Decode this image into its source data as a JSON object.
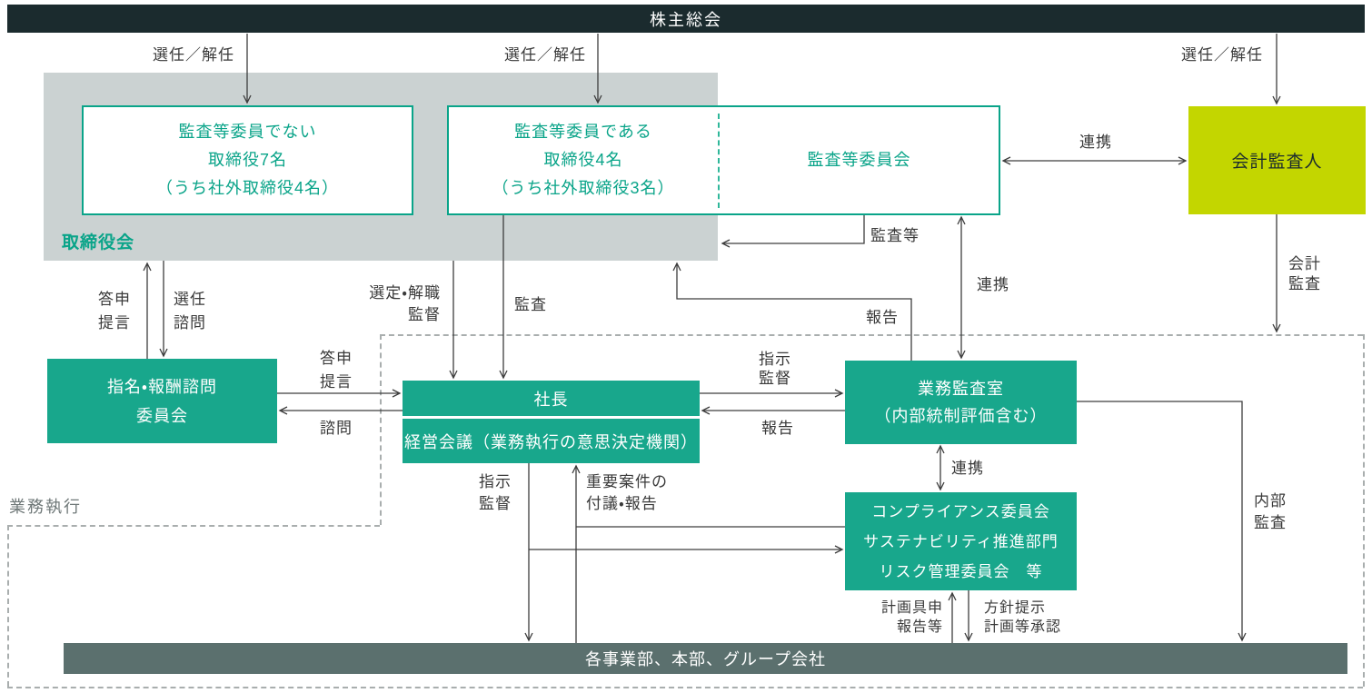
{
  "colors": {
    "accent_teal": "#18a78c",
    "teal_border_text": "#0aa489",
    "dark_bar": "#1b2b2e",
    "gray_panel": "#cbd2d2",
    "yellow_green": "#c3d600",
    "slate_bar": "#5b706e",
    "arrow": "#3d3d3d"
  },
  "shareholders_bar": {
    "label": "株主総会"
  },
  "board": {
    "label": "取締役会",
    "non_audit_directors": {
      "line1": "監査等委員でない",
      "line2": "取締役7名",
      "line3": "（うち社外取締役4名）"
    },
    "audit_directors": {
      "line1": "監査等委員である",
      "line2": "取締役4名",
      "line3": "（うち社外取締役3名）"
    },
    "audit_committee": {
      "label": "監査等委員会"
    }
  },
  "accounting_auditor": {
    "label": "会計監査人"
  },
  "nomination_committee": {
    "line1": "指名・報酬諮問",
    "line2": "委員会"
  },
  "president": {
    "label": "社長"
  },
  "management_meeting": {
    "label": "経営会議（業務執行の意思決定機関）"
  },
  "audit_office": {
    "line1": "業務監査室",
    "line2": "（内部統制評価含む）"
  },
  "committees": {
    "line1": "コンプライアンス委員会",
    "line2": "サステナビリティ推進部門",
    "line3": "リスク管理委員会　等"
  },
  "divisions_bar": {
    "label": "各事業部、本部、グループ会社"
  },
  "execution_area": {
    "label": "業務執行"
  },
  "arrow_labels": {
    "appoint_dismiss": "選任／解任",
    "cooperation": "連携",
    "audit_etc": "監査等",
    "accounting_audit_1": "会計",
    "accounting_audit_2": "監査",
    "report_advice_1": "答申",
    "report_advice_2": "提言",
    "appoint_consult_1": "選任",
    "appoint_consult_2": "諮問",
    "consult": "諮問",
    "select_dismiss_1": "選定・解職",
    "select_dismiss_2": "監督",
    "audit": "監査",
    "instruct_1": "指示",
    "instruct_2": "監督",
    "report": "報告",
    "important_matters_1": "重要案件の",
    "important_matters_2": "付議・報告",
    "plan_report_1": "計画具申",
    "plan_report_2": "報告等",
    "policy_approval_1": "方針提示",
    "policy_approval_2": "計画等承認",
    "internal_audit_1": "内部",
    "internal_audit_2": "監査"
  }
}
